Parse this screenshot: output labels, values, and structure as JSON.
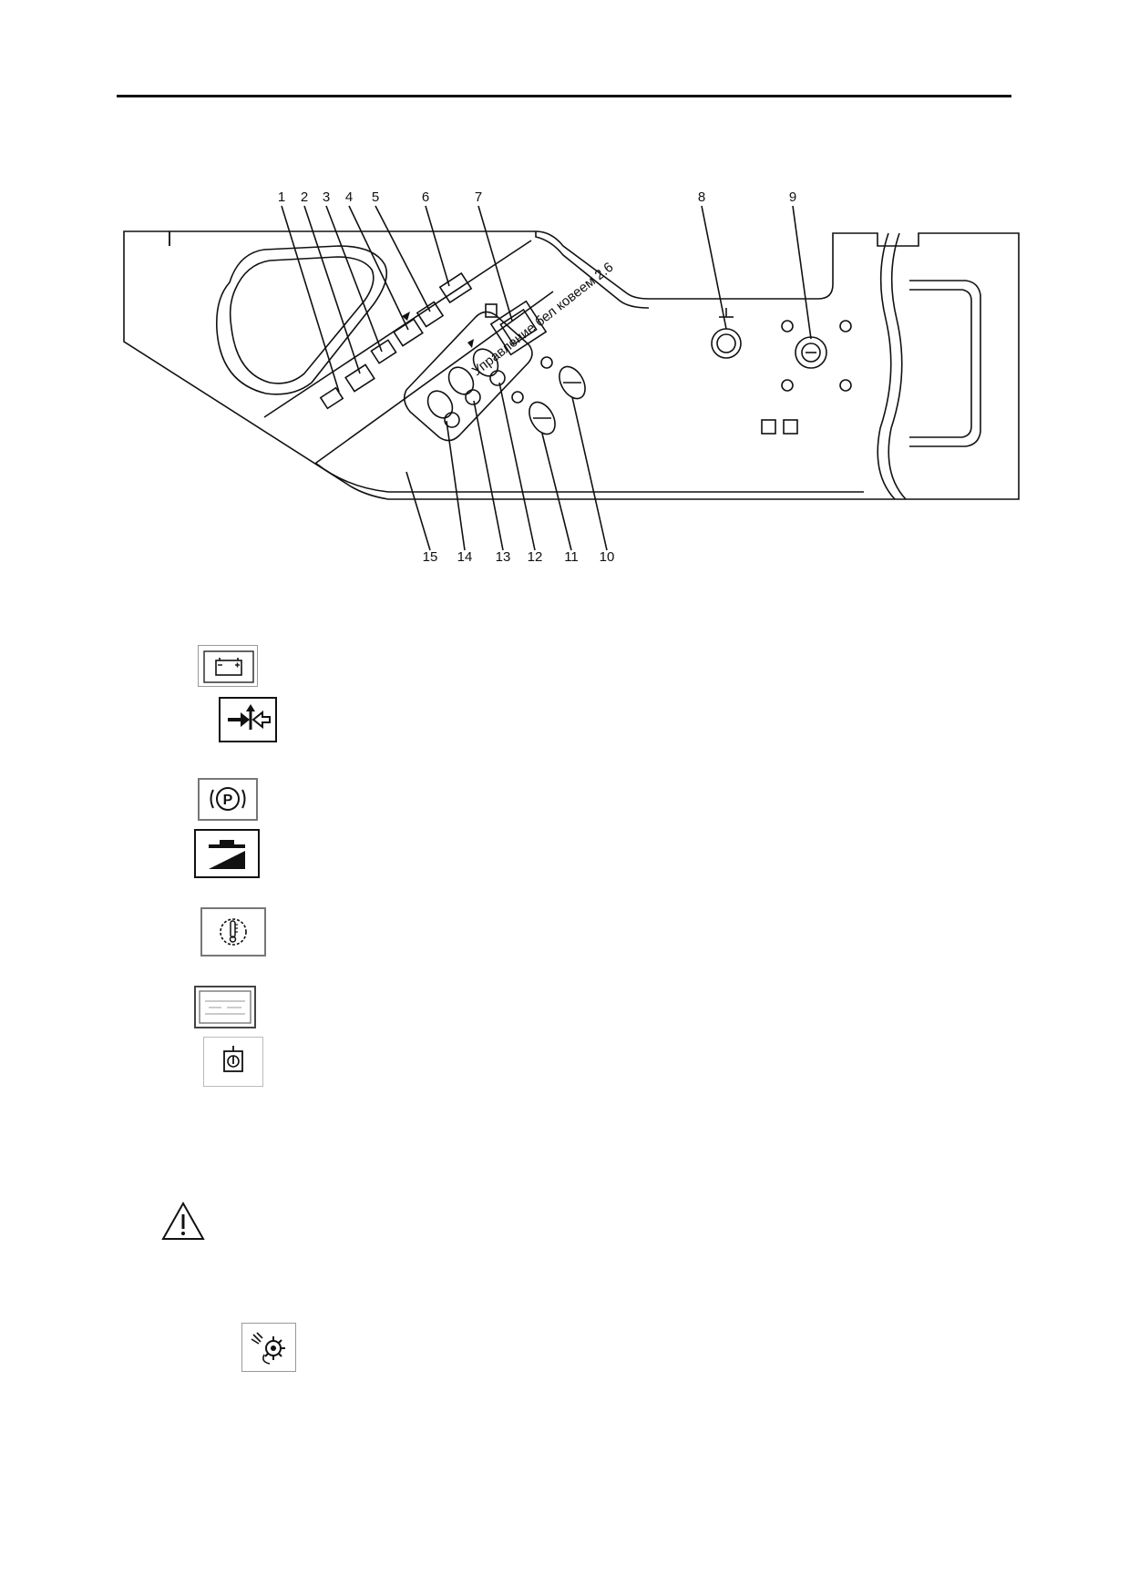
{
  "callouts": [
    "1",
    "2",
    "3",
    "4",
    "5",
    "6",
    "7",
    "8",
    "9",
    "10",
    "11",
    "12",
    "13",
    "14",
    "15"
  ],
  "membrane_panel": {
    "caption": "Управление бел ковеем 2.6"
  },
  "icons": [
    {
      "name": "battery-icon"
    },
    {
      "name": "hydraulic-arrows-icon"
    },
    {
      "name": "parking-brake-icon"
    },
    {
      "name": "tilt-icon"
    },
    {
      "name": "temperature-icon"
    },
    {
      "name": "display-window-icon"
    },
    {
      "name": "power-switch-icon"
    },
    {
      "name": "rotary-sprayer-icon"
    }
  ],
  "warning": {
    "icon": "warning-triangle-icon"
  }
}
